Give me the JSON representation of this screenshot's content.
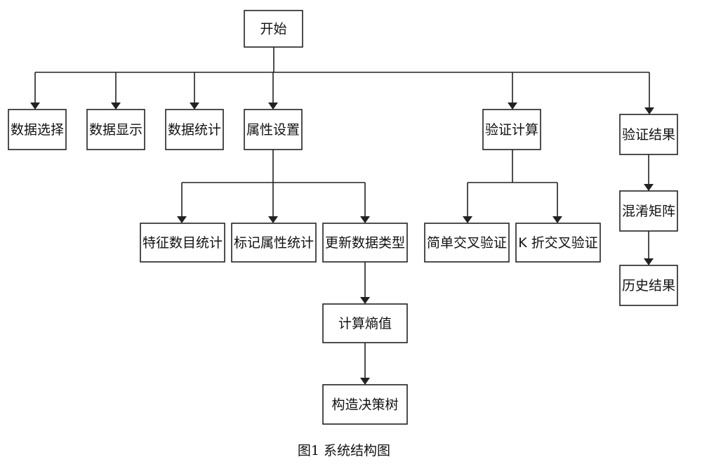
{
  "diagram": {
    "nodes": [
      {
        "id": "start",
        "label": "开始"
      },
      {
        "id": "data-select",
        "label": "数据选择"
      },
      {
        "id": "data-display",
        "label": "数据显示"
      },
      {
        "id": "data-stats",
        "label": "数据统计"
      },
      {
        "id": "attr-settings",
        "label": "属性设置"
      },
      {
        "id": "verify-calc",
        "label": "验证计算"
      },
      {
        "id": "verify-result",
        "label": "验证结果"
      },
      {
        "id": "feature-count",
        "label": "特征数目统计"
      },
      {
        "id": "label-attr-stats",
        "label": "标记属性统计"
      },
      {
        "id": "update-data-type",
        "label": "更新数据类型"
      },
      {
        "id": "simple-cross-val",
        "label": "简单交叉验证"
      },
      {
        "id": "k-fold-cross-val",
        "label": "K 折交叉验证"
      },
      {
        "id": "confusion-matrix",
        "label": "混淆矩阵"
      },
      {
        "id": "history-result",
        "label": "历史结果"
      },
      {
        "id": "calc-entropy",
        "label": "计算熵值"
      },
      {
        "id": "build-tree",
        "label": "构造决策树"
      }
    ],
    "edges": [
      {
        "from": "start",
        "to": "data-select"
      },
      {
        "from": "start",
        "to": "data-display"
      },
      {
        "from": "start",
        "to": "data-stats"
      },
      {
        "from": "start",
        "to": "attr-settings"
      },
      {
        "from": "start",
        "to": "verify-calc"
      },
      {
        "from": "start",
        "to": "verify-result"
      },
      {
        "from": "attr-settings",
        "to": "feature-count"
      },
      {
        "from": "attr-settings",
        "to": "label-attr-stats"
      },
      {
        "from": "attr-settings",
        "to": "update-data-type"
      },
      {
        "from": "verify-calc",
        "to": "simple-cross-val"
      },
      {
        "from": "verify-calc",
        "to": "k-fold-cross-val"
      },
      {
        "from": "verify-result",
        "to": "confusion-matrix"
      },
      {
        "from": "confusion-matrix",
        "to": "history-result"
      },
      {
        "from": "update-data-type",
        "to": "calc-entropy"
      },
      {
        "from": "calc-entropy",
        "to": "build-tree"
      }
    ]
  },
  "caption": "图1   系统结构图"
}
